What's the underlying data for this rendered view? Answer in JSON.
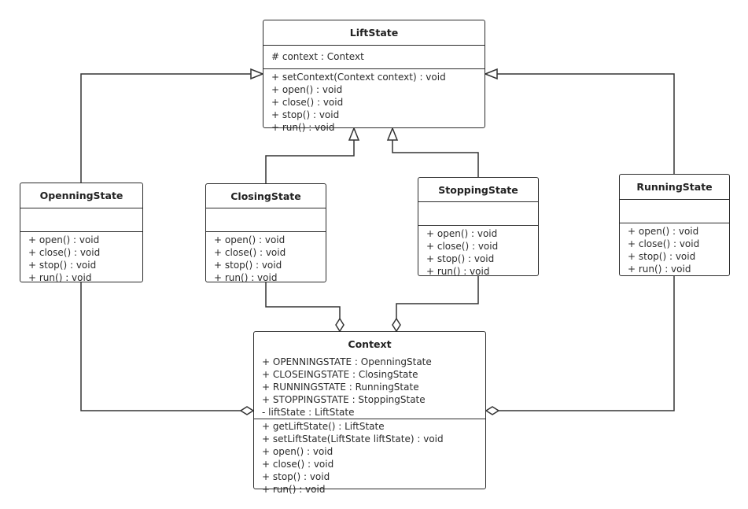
{
  "classes": {
    "liftstate": {
      "name": "LiftState",
      "attributes": [
        "# context : Context"
      ],
      "operations": [
        "+ setContext(Context context) : void",
        "+ open() : void",
        "+ close() : void",
        "+ stop() : void",
        "+ run() : void"
      ]
    },
    "openningstate": {
      "name": "OpenningState",
      "attributes": [],
      "operations": [
        "+ open() : void",
        "+ close() : void",
        "+ stop() : void",
        "+ run() : void"
      ]
    },
    "closingstate": {
      "name": "ClosingState",
      "attributes": [],
      "operations": [
        "+ open() : void",
        "+ close() : void",
        "+ stop() : void",
        "+ run() : void"
      ]
    },
    "stoppingstate": {
      "name": "StoppingState",
      "attributes": [],
      "operations": [
        "+ open() : void",
        "+ close() : void",
        "+ stop() : void",
        "+ run() : void"
      ]
    },
    "runningstate": {
      "name": "RunningState",
      "attributes": [],
      "operations": [
        "+ open() : void",
        "+ close() : void",
        "+ stop() : void",
        "+ run() : void"
      ]
    },
    "context": {
      "name": "Context",
      "attributes": [
        "+ OPENNINGSTATE : OpenningState",
        "+ CLOSEINGSTATE : ClosingState",
        "+ RUNNINGSTATE : RunningState",
        "+ STOPPINGSTATE : StoppingState",
        "- liftState : LiftState"
      ],
      "operations": [
        "+ getLiftState() : LiftState",
        "+ setLiftState(LiftState liftState) : void",
        "+ open() : void",
        "+ close() : void",
        "+ stop() : void",
        "+ run() : void"
      ]
    }
  },
  "relations": [
    {
      "type": "generalization",
      "from": "OpenningState",
      "to": "LiftState"
    },
    {
      "type": "generalization",
      "from": "ClosingState",
      "to": "LiftState"
    },
    {
      "type": "generalization",
      "from": "StoppingState",
      "to": "LiftState"
    },
    {
      "type": "generalization",
      "from": "RunningState",
      "to": "LiftState"
    },
    {
      "type": "aggregation",
      "whole": "Context",
      "part": "OpenningState"
    },
    {
      "type": "aggregation",
      "whole": "Context",
      "part": "ClosingState"
    },
    {
      "type": "aggregation",
      "whole": "Context",
      "part": "StoppingState"
    },
    {
      "type": "aggregation",
      "whole": "Context",
      "part": "RunningState"
    }
  ]
}
